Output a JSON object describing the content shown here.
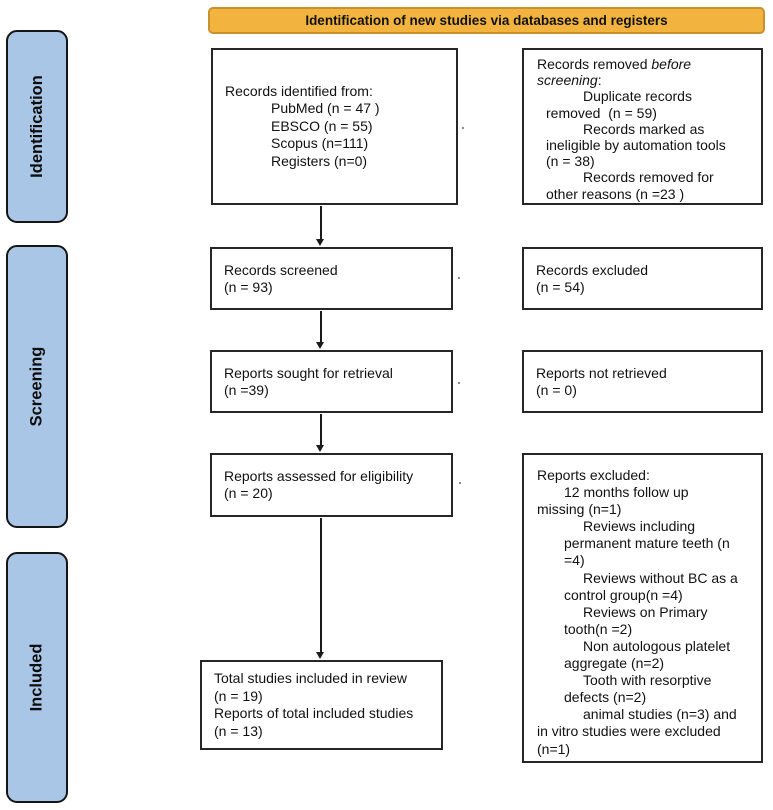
{
  "header": {
    "title": "Identification of new studies via databases and registers"
  },
  "colors": {
    "banner_fill": "#F3B43F",
    "banner_border": "#C9912E",
    "stage_fill": "#A9C6E6",
    "box_border": "#262626",
    "arrow": "#1a1a1a"
  },
  "stages": [
    {
      "label": "Identification"
    },
    {
      "label": "Screening"
    },
    {
      "label": "Included"
    }
  ],
  "boxes": {
    "records_identified": {
      "lines": [
        {
          "t": "Records identified from:",
          "i": 0
        },
        {
          "t": "PubMed (n = 47 )",
          "i": 3
        },
        {
          "t": "EBSCO (n = 55)",
          "i": 3
        },
        {
          "t": "Scopus (n=111)",
          "i": 3
        },
        {
          "t": "Registers (n=0)",
          "i": 3
        }
      ]
    },
    "records_removed": {
      "lines": [
        {
          "parts": [
            {
              "t": "Records removed "
            },
            {
              "t": "before",
              "em": true
            }
          ],
          "i": 0
        },
        {
          "parts": [
            {
              "t": "screening",
              "em": true
            },
            {
              "t": ":"
            }
          ],
          "i": 0
        },
        {
          "t": "Duplicate records",
          "i": 3
        },
        {
          "t": "removed  (n = 59)",
          "i": 1
        },
        {
          "t": "Records marked as",
          "i": 3
        },
        {
          "t": "ineligible by automation tools",
          "i": 1
        },
        {
          "t": "(n = 38)",
          "i": 1
        },
        {
          "t": "Records removed for",
          "i": 3
        },
        {
          "t": "other reasons (n =23 )",
          "i": 1
        }
      ]
    },
    "records_screened": {
      "lines": [
        {
          "t": "Records screened",
          "i": 0
        },
        {
          "t": "(n = 93)",
          "i": 0
        }
      ]
    },
    "records_excluded": {
      "lines": [
        {
          "t": "Records excluded",
          "i": 0
        },
        {
          "t": "(n = 54)",
          "i": 0
        }
      ]
    },
    "reports_sought": {
      "lines": [
        {
          "t": "Reports sought for retrieval",
          "i": 0
        },
        {
          "t": "(n =39)",
          "i": 0
        }
      ]
    },
    "reports_not_retrieved": {
      "lines": [
        {
          "t": "Reports not retrieved",
          "i": 0
        },
        {
          "t": "(n = 0)",
          "i": 0
        }
      ]
    },
    "reports_assessed": {
      "lines": [
        {
          "t": "Reports assessed for eligibility",
          "i": 0
        },
        {
          "t": "(n = 20)",
          "i": 0
        }
      ]
    },
    "reports_excluded": {
      "lines": [
        {
          "t": "Reports excluded:",
          "i": 0
        },
        {
          "t": "12 months follow up",
          "i": 2
        },
        {
          "t": "missing (n=1)",
          "i": 0
        },
        {
          "t": "Reviews including",
          "i": 3
        },
        {
          "t": "permanent mature teeth (n",
          "i": 2
        },
        {
          "t": "=4)",
          "i": 2
        },
        {
          "t": "Reviews without BC as a",
          "i": 3
        },
        {
          "t": "control group(n =4)",
          "i": 2
        },
        {
          "t": "Reviews on Primary",
          "i": 3
        },
        {
          "t": "tooth(n =2)",
          "i": 2
        },
        {
          "t": "Non autologous platelet",
          "i": 3
        },
        {
          "t": "aggregate (n=2)",
          "i": 2
        },
        {
          "t": "Tooth with resorptive",
          "i": 3
        },
        {
          "t": "defects (n=2)",
          "i": 2
        },
        {
          "t": "animal studies (n=3) and",
          "i": 3
        },
        {
          "t": "in vitro studies were excluded",
          "i": 0
        },
        {
          "t": "(n=1)",
          "i": 0
        }
      ]
    },
    "total_included": {
      "lines": [
        {
          "t": "Total studies included in review",
          "i": 0
        },
        {
          "t": "(n = 19)",
          "i": 0
        },
        {
          "t": "Reports of total included studies",
          "i": 0
        },
        {
          "t": "(n = 13)",
          "i": 0
        }
      ]
    }
  }
}
